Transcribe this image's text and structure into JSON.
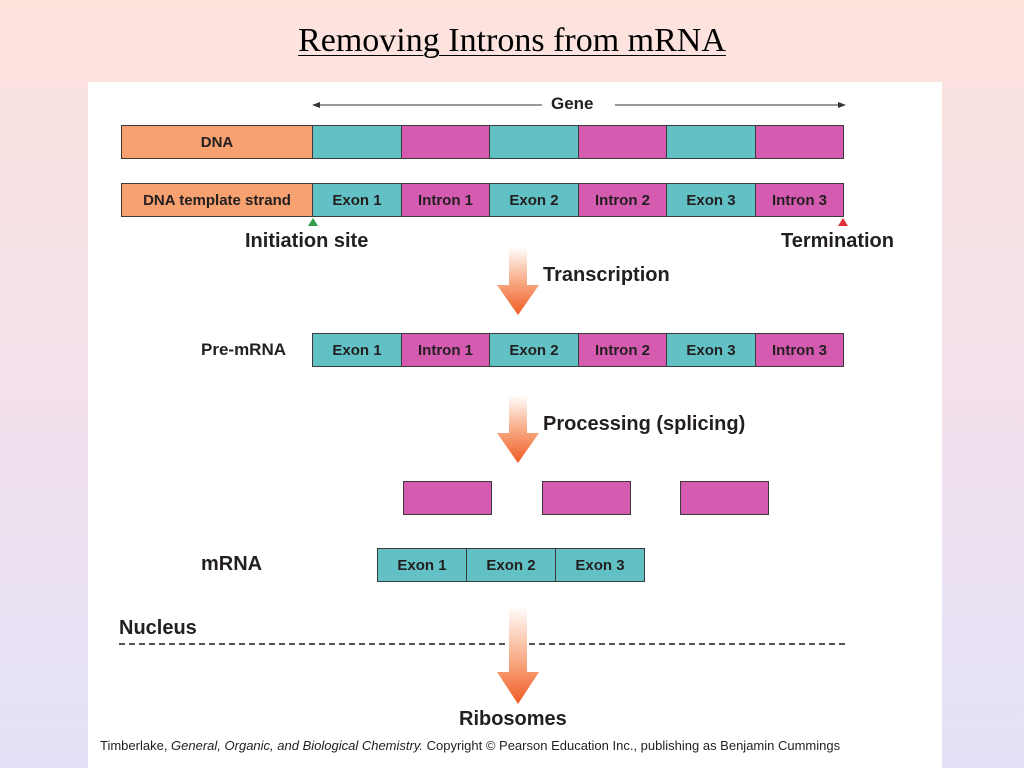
{
  "title": "Removing Introns from mRNA",
  "diagram": {
    "gene_label": "Gene",
    "dna_label": "DNA",
    "template_label": "DNA template strand",
    "segments": [
      "Exon 1",
      "Intron 1",
      "Exon 2",
      "Intron 2",
      "Exon 3",
      "Intron 3"
    ],
    "initiation_label": "Initiation site",
    "termination_label": "Termination",
    "step1_label": "Transcription",
    "premrna_label": "Pre-mRNA",
    "step2_label": "Processing (splicing)",
    "mrna_label": "mRNA",
    "mrna_segments": [
      "Exon 1",
      "Exon 2",
      "Exon 3"
    ],
    "nucleus_label": "Nucleus",
    "ribosomes_label": "Ribosomes",
    "colors": {
      "exon": "#62c1c4",
      "intron": "#d45bb0",
      "dna": "#f7a070",
      "arrow": "#f26a2e",
      "initiation_marker": "#2e9e4a",
      "termination_marker": "#e0303a"
    }
  },
  "footer": {
    "author": "Timberlake, ",
    "book": "General, Organic, and Biological Chemistry.",
    "copyright": " Copyright © Pearson Education Inc., publishing as Benjamin Cummings"
  }
}
